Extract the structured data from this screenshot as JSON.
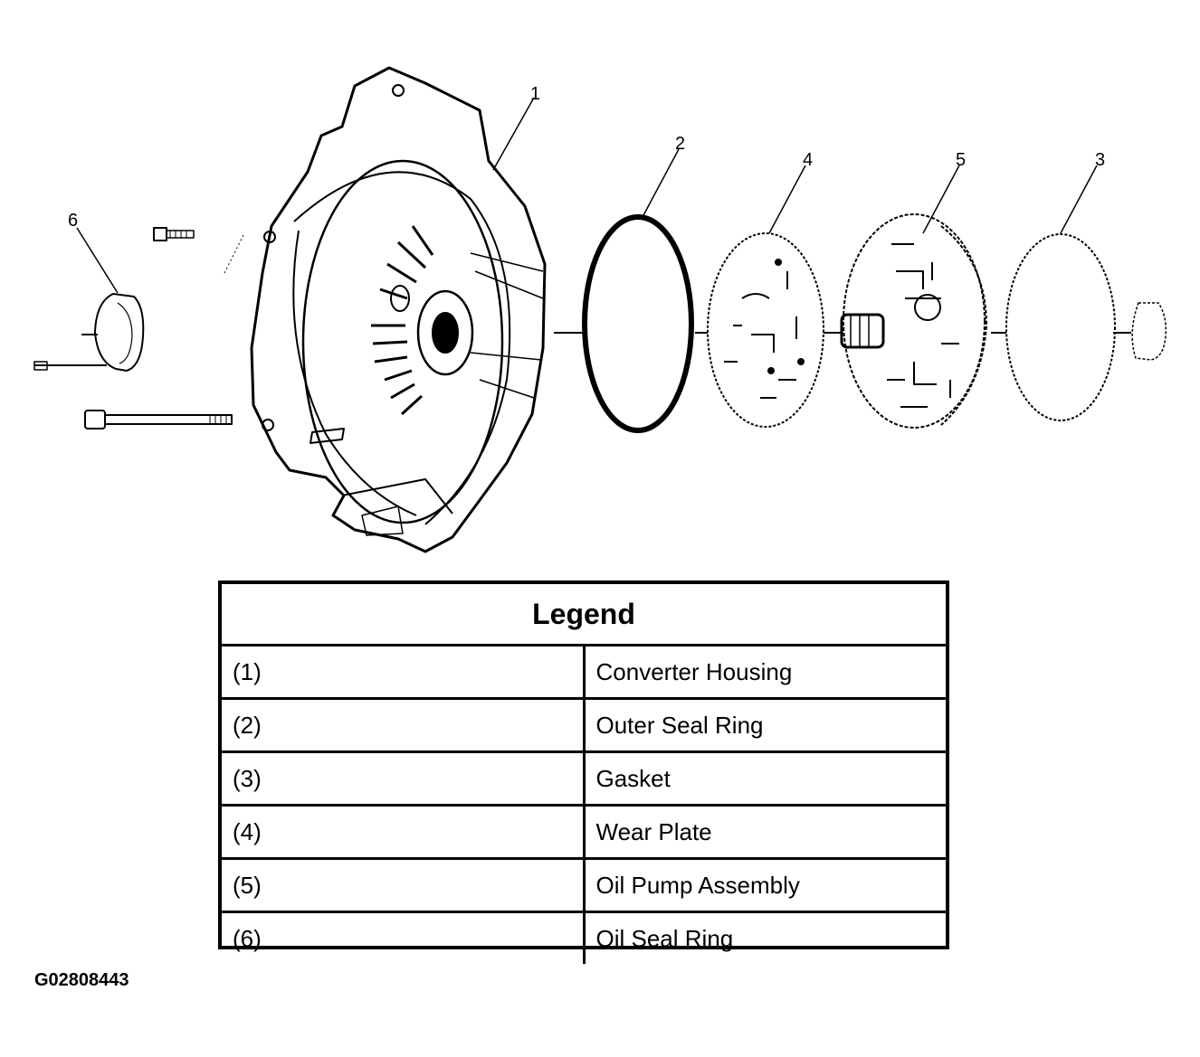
{
  "diagram": {
    "callouts": [
      "1",
      "2",
      "3",
      "4",
      "5",
      "6"
    ]
  },
  "legend": {
    "title": "Legend",
    "rows": [
      {
        "num": "(1)",
        "label": "Converter Housing"
      },
      {
        "num": "(2)",
        "label": "Outer Seal Ring"
      },
      {
        "num": "(3)",
        "label": "Gasket"
      },
      {
        "num": "(4)",
        "label": "Wear Plate"
      },
      {
        "num": "(5)",
        "label": "Oil Pump Assembly"
      },
      {
        "num": "(6)",
        "label": "Oil Seal Ring"
      }
    ]
  },
  "figure_id": "G02808443"
}
